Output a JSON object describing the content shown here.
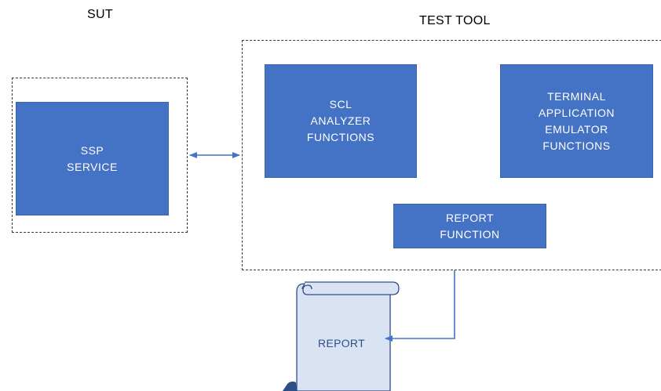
{
  "sut": {
    "title": "SUT",
    "service_block": "SSP\nSERVICE"
  },
  "test_tool": {
    "title": "TEST TOOL",
    "scl_block": "SCL\nANALYZER\nFUNCTIONS",
    "terminal_block": "TERMINAL\nAPPLICATION\nEMULATOR\nFUNCTIONS",
    "report_function_block": "REPORT\nFUNCTION"
  },
  "report_document": {
    "label": "REPORT"
  },
  "colors": {
    "block_fill": "#4472C4",
    "connector": "#4472C4",
    "scroll_fill": "#DAE3F3"
  }
}
